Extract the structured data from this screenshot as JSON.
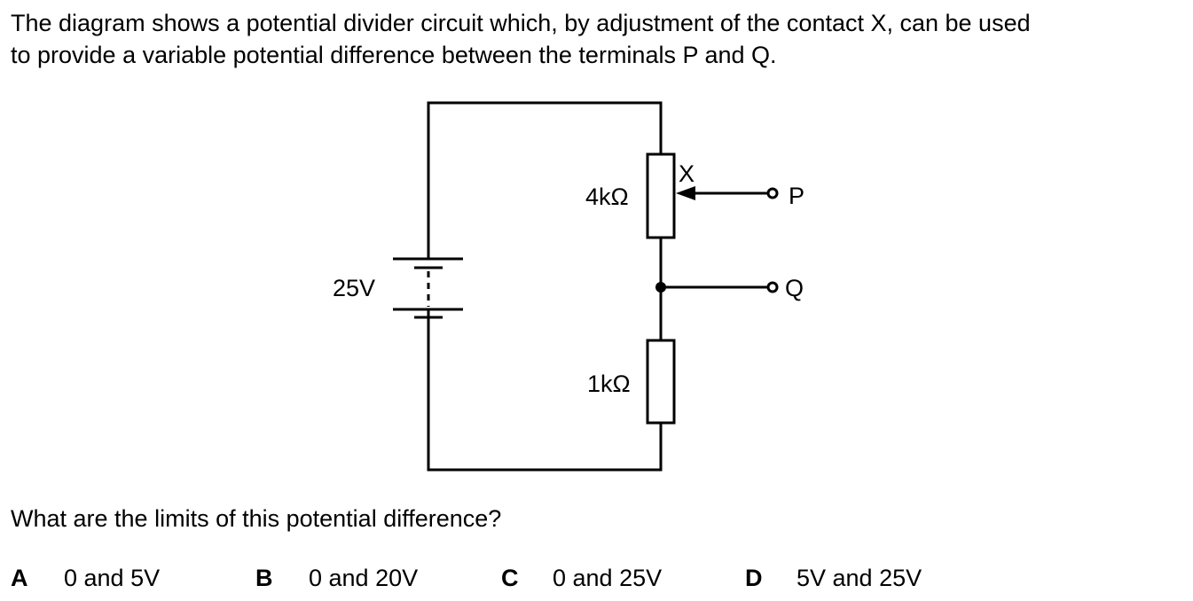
{
  "question": {
    "intro_line1": "The diagram shows a potential divider circuit which, by adjustment of the contact X, can be used",
    "intro_line2": "to provide a variable potential difference between the terminals P and Q.",
    "prompt": "What are the limits of this potential difference?"
  },
  "diagram": {
    "battery_label": "25V",
    "resistor_top_label": "4kΩ",
    "resistor_bottom_label": "1kΩ",
    "contact_label": "X",
    "terminal_p_label": "P",
    "terminal_q_label": "Q"
  },
  "options": [
    {
      "letter": "A",
      "text": "0 and 5V"
    },
    {
      "letter": "B",
      "text": "0 and 20V"
    },
    {
      "letter": "C",
      "text": "0 and 25V"
    },
    {
      "letter": "D",
      "text": "5V and 25V"
    }
  ]
}
